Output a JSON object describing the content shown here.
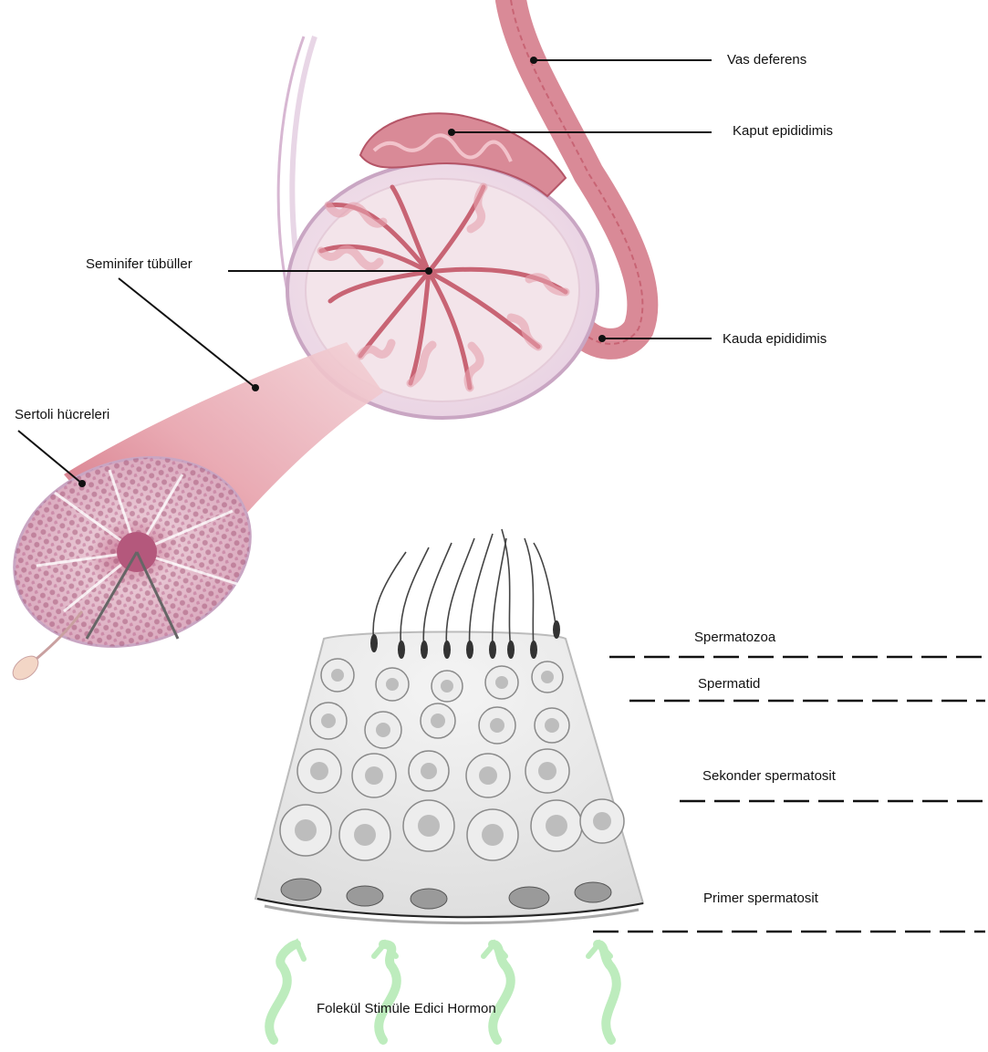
{
  "labels": {
    "vas_deferens": "Vas deferens",
    "kaput": "Kaput epididimis",
    "seminifer": "Seminifer tübüller",
    "kauda": "Kauda epididimis",
    "sertoli": "Sertoli hücreleri",
    "spermatozoa": "Spermatozoa",
    "spermatid": "Spermatid",
    "sekonder": "Sekonder spermatosit",
    "primer": "Primer spermatosit",
    "hormone": "Folekül Stimüle Edici Hormon"
  },
  "colors": {
    "tissue_pink": "#d98a97",
    "tubule_pink": "#c86474",
    "capsule": "#e8d6e6",
    "cell_gray": "#cfcfcf",
    "hormone_green": "#a8e6a8",
    "line": "#111111"
  },
  "icons": [
    "testis-illustration",
    "tubule-cross-section",
    "sperm-icon",
    "seminiferous-epithelium",
    "hormone-arrow-icon"
  ]
}
